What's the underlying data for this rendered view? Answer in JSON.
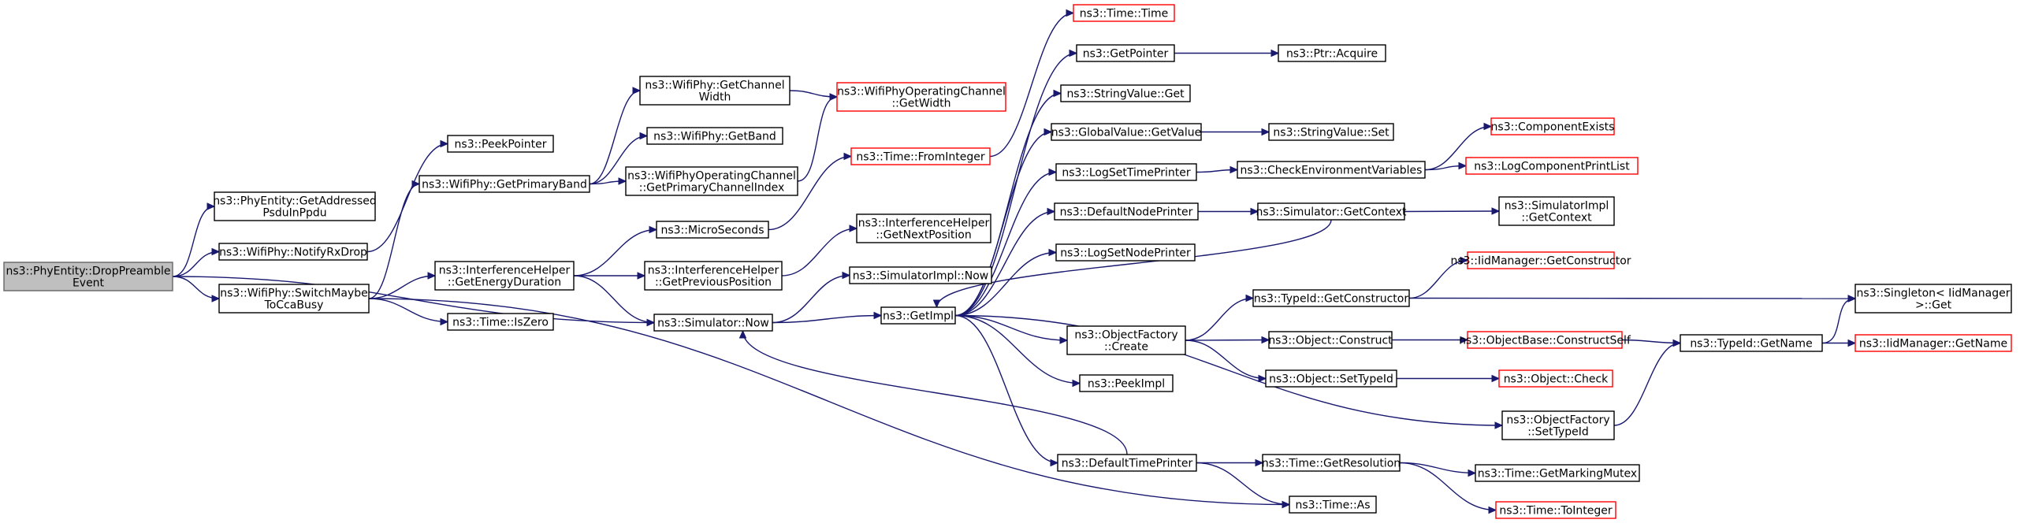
{
  "colors": {
    "edge": "#191970",
    "root_fill": "#bfbfbf",
    "truncated_border": "#ff0000",
    "node_border": "#000000"
  },
  "nodes": [
    {
      "id": "root",
      "lines": [
        "ns3::PhyEntity::DropPreamble",
        "Event"
      ],
      "kind": "root"
    },
    {
      "id": "getaddr",
      "lines": [
        "ns3::PhyEntity::GetAddressed",
        "PsduInPpdu"
      ]
    },
    {
      "id": "notify",
      "lines": [
        "ns3::WifiPhy::NotifyRxDrop"
      ]
    },
    {
      "id": "switch",
      "lines": [
        "ns3::WifiPhy::SwitchMaybe",
        "ToCcaBusy"
      ]
    },
    {
      "id": "peekptr",
      "lines": [
        "ns3::PeekPointer"
      ]
    },
    {
      "id": "primband",
      "lines": [
        "ns3::WifiPhy::GetPrimaryBand"
      ]
    },
    {
      "id": "energy",
      "lines": [
        "ns3::InterferenceHelper",
        "::GetEnergyDuration"
      ]
    },
    {
      "id": "iszero",
      "lines": [
        "ns3::Time::IsZero"
      ]
    },
    {
      "id": "chwidth",
      "lines": [
        "ns3::WifiPhy::GetChannel",
        "Width"
      ]
    },
    {
      "id": "getband",
      "lines": [
        "ns3::WifiPhy::GetBand"
      ]
    },
    {
      "id": "primidx",
      "lines": [
        "ns3::WifiPhyOperatingChannel",
        "::GetPrimaryChannelIndex"
      ]
    },
    {
      "id": "micro",
      "lines": [
        "ns3::MicroSeconds"
      ]
    },
    {
      "id": "prevpos",
      "lines": [
        "ns3::InterferenceHelper",
        "::GetPreviousPosition"
      ]
    },
    {
      "id": "simnow",
      "lines": [
        "ns3::Simulator::Now"
      ]
    },
    {
      "id": "opwidth",
      "lines": [
        "ns3::WifiPhyOperatingChannel",
        "::GetWidth"
      ],
      "kind": "trunc"
    },
    {
      "id": "fromint",
      "lines": [
        "ns3::Time::FromInteger"
      ],
      "kind": "trunc"
    },
    {
      "id": "nextpos",
      "lines": [
        "ns3::InterferenceHelper",
        "::GetNextPosition"
      ]
    },
    {
      "id": "implnow",
      "lines": [
        "ns3::SimulatorImpl::Now"
      ]
    },
    {
      "id": "getimpl",
      "lines": [
        "ns3::GetImpl"
      ]
    },
    {
      "id": "timetime",
      "lines": [
        "ns3::Time::Time"
      ],
      "kind": "trunc"
    },
    {
      "id": "getptr",
      "lines": [
        "ns3::GetPointer"
      ]
    },
    {
      "id": "strget",
      "lines": [
        "ns3::StringValue::Get"
      ]
    },
    {
      "id": "gvget",
      "lines": [
        "ns3::GlobalValue::GetValue"
      ]
    },
    {
      "id": "logtime",
      "lines": [
        "ns3::LogSetTimePrinter"
      ]
    },
    {
      "id": "defnode",
      "lines": [
        "ns3::DefaultNodePrinter"
      ]
    },
    {
      "id": "lognode",
      "lines": [
        "ns3::LogSetNodePrinter"
      ]
    },
    {
      "id": "ofcreate",
      "lines": [
        "ns3::ObjectFactory",
        "::Create"
      ]
    },
    {
      "id": "peekimpl",
      "lines": [
        "ns3::PeekImpl"
      ]
    },
    {
      "id": "deftime",
      "lines": [
        "ns3::DefaultTimePrinter"
      ]
    },
    {
      "id": "acquire",
      "lines": [
        "ns3::Ptr::Acquire"
      ]
    },
    {
      "id": "strset",
      "lines": [
        "ns3::StringValue::Set"
      ]
    },
    {
      "id": "checkenv",
      "lines": [
        "ns3::CheckEnvironmentVariables"
      ]
    },
    {
      "id": "getctx",
      "lines": [
        "ns3::Simulator::GetContext"
      ]
    },
    {
      "id": "getctor",
      "lines": [
        "ns3::TypeId::GetConstructor"
      ]
    },
    {
      "id": "construct",
      "lines": [
        "ns3::Object::Construct"
      ]
    },
    {
      "id": "settypeid",
      "lines": [
        "ns3::Object::SetTypeId"
      ]
    },
    {
      "id": "ofsettype",
      "lines": [
        "ns3::ObjectFactory",
        "::SetTypeId"
      ]
    },
    {
      "id": "getres",
      "lines": [
        "ns3::Time::GetResolution"
      ]
    },
    {
      "id": "timeas",
      "lines": [
        "ns3::Time::As"
      ]
    },
    {
      "id": "compexists",
      "lines": [
        "ns3::ComponentExists"
      ],
      "kind": "trunc"
    },
    {
      "id": "logcomp",
      "lines": [
        "ns3::LogComponentPrintList"
      ],
      "kind": "trunc"
    },
    {
      "id": "implctx",
      "lines": [
        "ns3::SimulatorImpl",
        "::GetContext"
      ]
    },
    {
      "id": "iidctor",
      "lines": [
        "ns3::IidManager::GetConstructor"
      ],
      "kind": "trunc"
    },
    {
      "id": "constself",
      "lines": [
        "ns3::ObjectBase::ConstructSelf"
      ],
      "kind": "trunc"
    },
    {
      "id": "objcheck",
      "lines": [
        "ns3::Object::Check"
      ],
      "kind": "trunc"
    },
    {
      "id": "getmutex",
      "lines": [
        "ns3::Time::GetMarkingMutex"
      ]
    },
    {
      "id": "toint",
      "lines": [
        "ns3::Time::ToInteger"
      ],
      "kind": "trunc"
    },
    {
      "id": "singleton",
      "lines": [
        "ns3::Singleton< IidManager",
        ">::Get"
      ]
    },
    {
      "id": "tidname",
      "lines": [
        "ns3::TypeId::GetName"
      ]
    },
    {
      "id": "iidname",
      "lines": [
        "ns3::IidManager::GetName"
      ],
      "kind": "trunc"
    }
  ],
  "edges": [
    [
      "root",
      "getaddr"
    ],
    [
      "root",
      "notify"
    ],
    [
      "root",
      "switch"
    ],
    [
      "root",
      "simnow"
    ],
    [
      "notify",
      "peekptr"
    ],
    [
      "switch",
      "primband"
    ],
    [
      "switch",
      "energy"
    ],
    [
      "switch",
      "iszero"
    ],
    [
      "switch",
      "timeas"
    ],
    [
      "primband",
      "chwidth"
    ],
    [
      "primband",
      "getband"
    ],
    [
      "primband",
      "primidx"
    ],
    [
      "chwidth",
      "opwidth"
    ],
    [
      "primidx",
      "opwidth"
    ],
    [
      "energy",
      "micro"
    ],
    [
      "energy",
      "prevpos"
    ],
    [
      "energy",
      "simnow"
    ],
    [
      "micro",
      "fromint"
    ],
    [
      "fromint",
      "timetime"
    ],
    [
      "prevpos",
      "nextpos"
    ],
    [
      "simnow",
      "implnow"
    ],
    [
      "simnow",
      "getimpl"
    ],
    [
      "getimpl",
      "getptr"
    ],
    [
      "getimpl",
      "strget"
    ],
    [
      "getimpl",
      "gvget"
    ],
    [
      "getimpl",
      "logtime"
    ],
    [
      "getimpl",
      "defnode"
    ],
    [
      "getimpl",
      "lognode"
    ],
    [
      "getimpl",
      "ofcreate"
    ],
    [
      "getimpl",
      "peekimpl"
    ],
    [
      "getimpl",
      "deftime"
    ],
    [
      "getimpl",
      "ofsettype"
    ],
    [
      "getptr",
      "acquire"
    ],
    [
      "gvget",
      "strset"
    ],
    [
      "logtime",
      "checkenv"
    ],
    [
      "checkenv",
      "compexists"
    ],
    [
      "checkenv",
      "logcomp"
    ],
    [
      "defnode",
      "getctx"
    ],
    [
      "getctx",
      "getimpl"
    ],
    [
      "getctx",
      "implctx"
    ],
    [
      "ofcreate",
      "getctor"
    ],
    [
      "ofcreate",
      "construct"
    ],
    [
      "ofcreate",
      "settypeid"
    ],
    [
      "getctor",
      "iidctor"
    ],
    [
      "getctor",
      "singleton"
    ],
    [
      "construct",
      "constself"
    ],
    [
      "settypeid",
      "objcheck"
    ],
    [
      "constself",
      "tidname"
    ],
    [
      "ofsettype",
      "tidname"
    ],
    [
      "tidname",
      "singleton"
    ],
    [
      "tidname",
      "iidname"
    ],
    [
      "deftime",
      "simnow"
    ],
    [
      "deftime",
      "getres"
    ],
    [
      "deftime",
      "timeas"
    ],
    [
      "getres",
      "getmutex"
    ],
    [
      "getres",
      "toint"
    ]
  ]
}
